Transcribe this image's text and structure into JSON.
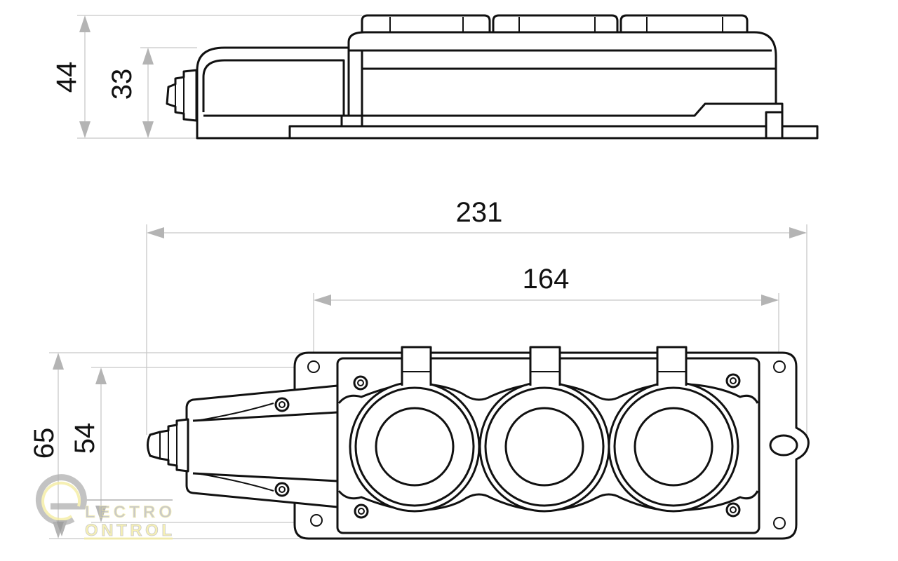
{
  "side_view": {
    "height_total": "44",
    "height_body": "33"
  },
  "top_view": {
    "length_total": "231",
    "length_body": "164",
    "width_total": "65",
    "width_body": "54"
  },
  "logo": {
    "line1": "LECTRO",
    "line2": "ONTROL",
    "colors": {
      "yellow": "#f4ec9c",
      "gray": "#b0b0b0"
    }
  }
}
